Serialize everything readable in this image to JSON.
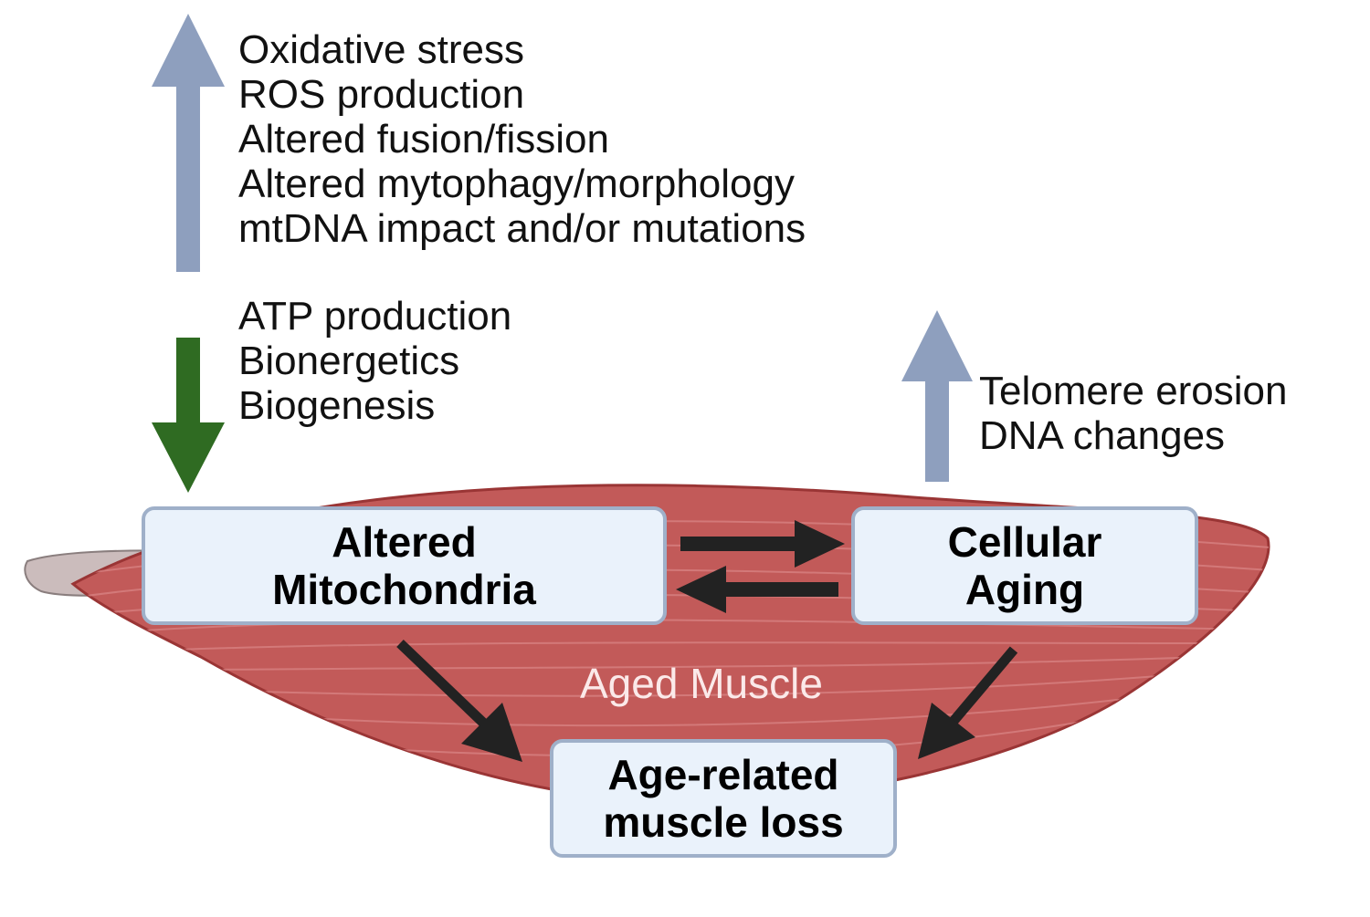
{
  "colors": {
    "increase_arrow": "#8e9fbe",
    "decrease_arrow": "#2f6b22",
    "muscle": "#c25a59",
    "tendon": "#cbbcbc",
    "box_fill": "#eaf2fb",
    "box_border": "#9fb0c9",
    "connector": "#222222"
  },
  "icons": {
    "up_mito": "arrow-up-icon",
    "down_mito": "arrow-down-icon",
    "up_aging": "arrow-up-icon"
  },
  "increased_factors": [
    "Oxidative stress",
    "ROS production",
    "Altered fusion/fission",
    "Altered mytophagy/morphology",
    "mtDNA impact and/or mutations"
  ],
  "decreased_factors": [
    "ATP production",
    "Bionergetics",
    "Biogenesis"
  ],
  "aging_factors": [
    "Telomere erosion",
    "DNA changes"
  ],
  "nodes": {
    "mitochondria": [
      "Altered",
      "Mitochondria"
    ],
    "aging": [
      "Cellular",
      "Aging"
    ],
    "loss": [
      "Age-related",
      "muscle loss"
    ]
  },
  "muscle_label": "Aged Muscle"
}
